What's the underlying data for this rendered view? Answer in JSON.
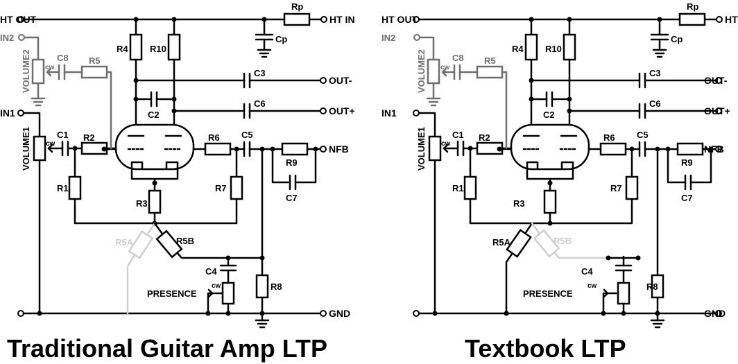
{
  "panels": [
    {
      "title": "Traditional Guitar Amp LTP",
      "labels": {
        "ht_out": "HT OUT",
        "ht_in": "HT IN",
        "rp": "Rp",
        "cp": "Cp",
        "in2": "IN2",
        "in1": "IN1",
        "volume2": "VOLUME2",
        "volume1": "VOLUME1",
        "cw": "cw",
        "c8": "C8",
        "r5": "R5",
        "r4": "R4",
        "r10": "R10",
        "c3": "C3",
        "c2": "C2",
        "c6": "C6",
        "c1": "C1",
        "r2": "R2",
        "r6": "R6",
        "c5": "C5",
        "r9": "R9",
        "c7": "C7",
        "r1": "R1",
        "r7": "R7",
        "r3": "R3",
        "r5a": "R5A",
        "r5b": "R5B",
        "c4": "C4",
        "presence": "PRESENCE",
        "r8": "R8",
        "out_minus": "OUT-",
        "out_plus": "OUT+",
        "nfb": "NFB",
        "gnd": "GND"
      }
    },
    {
      "title": "Textbook LTP",
      "labels": {
        "ht_out": "HT OUT",
        "ht_in": "HT IN",
        "rp": "Rp",
        "cp": "Cp",
        "in2": "IN2",
        "in1": "IN1",
        "volume2": "VOLUME2",
        "volume1": "VOLUME1",
        "cw": "cw",
        "c8": "C8",
        "r5": "R5",
        "r4": "R4",
        "r10": "R10",
        "c3": "C3",
        "c2": "C2",
        "c6": "C6",
        "c1": "C1",
        "r2": "R2",
        "r6": "R6",
        "c5": "C5",
        "r9": "R9",
        "c7": "C7",
        "r1": "R1",
        "r7": "R7",
        "r3": "R3",
        "r5a": "R5A",
        "r5b": "R5B",
        "c4": "C4",
        "presence": "PRESENCE",
        "r8": "R8",
        "out_minus": "OUT-",
        "out_plus": "OUT+",
        "nfb": "NFB",
        "gnd": "GND"
      }
    }
  ]
}
